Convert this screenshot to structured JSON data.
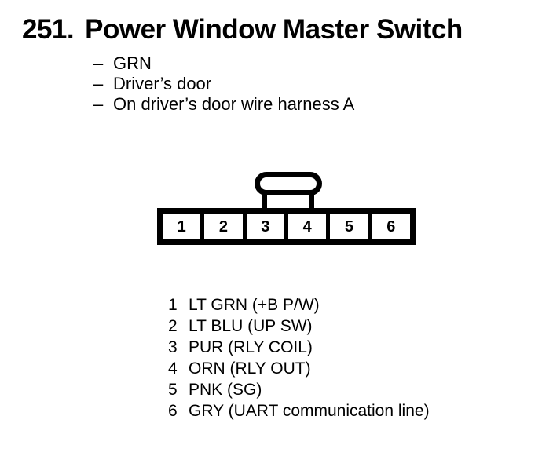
{
  "page": {
    "background_color": "#ffffff",
    "ink_color": "#000000"
  },
  "title": {
    "number": "251.",
    "text": "Power Window Master Switch"
  },
  "notes": {
    "dash": "–",
    "items": [
      {
        "label": "GRN"
      },
      {
        "label": "Driver’s door"
      },
      {
        "label": "On driver’s door wire harness A"
      }
    ]
  },
  "connector": {
    "tab_name": "locking-tab",
    "pins": [
      {
        "number": "1"
      },
      {
        "number": "2"
      },
      {
        "number": "3"
      },
      {
        "number": "4"
      },
      {
        "number": "5"
      },
      {
        "number": "6"
      }
    ]
  },
  "pin_legend": {
    "rows": [
      {
        "number": "1",
        "description": "LT GRN (+B P/W)"
      },
      {
        "number": "2",
        "description": "LT BLU (UP SW)"
      },
      {
        "number": "3",
        "description": "PUR (RLY COIL)"
      },
      {
        "number": "4",
        "description": "ORN (RLY OUT)"
      },
      {
        "number": "5",
        "description": "PNK (SG)"
      },
      {
        "number": "6",
        "description": "GRY (UART communication line)"
      }
    ]
  }
}
